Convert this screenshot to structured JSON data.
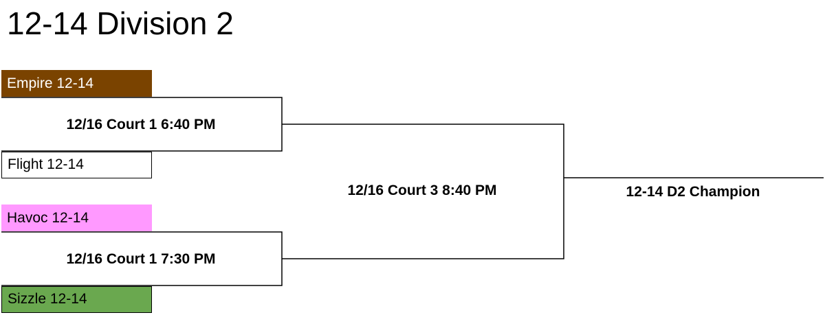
{
  "bracket": {
    "title": "12-14 Division 2",
    "teams": {
      "empire": "Empire 12-14",
      "flight": "Flight 12-14",
      "havoc": "Havoc 12-14",
      "sizzle": "Sizzle 12-14"
    },
    "games": {
      "semifinal_1": "12/16 Court 1 6:40 PM",
      "semifinal_2": "12/16 Court 1 7:30 PM",
      "final": "12/16 Court 3 8:40 PM"
    },
    "champion_label": "12-14 D2 Champion"
  },
  "colors": {
    "empire": "#7a4300",
    "flight": "#ffffff",
    "havoc": "#ff99ff",
    "sizzle": "#6aa84f"
  }
}
